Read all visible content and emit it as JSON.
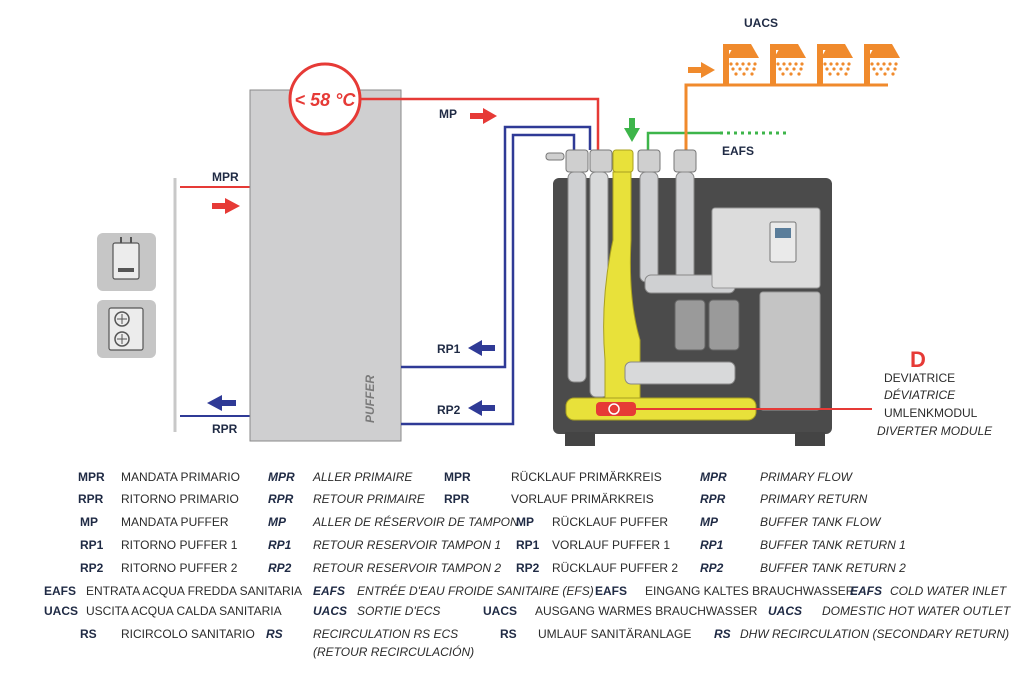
{
  "colors": {
    "red": "#e63a36",
    "blue": "#2f3a96",
    "orange": "#f08a2c",
    "green": "#3db54a",
    "yellow": "#e8e13a",
    "housing": "#4a4a4a"
  },
  "tank": {
    "label": "PUFFER",
    "temp_badge": "< 58 °C"
  },
  "pipe_labels": {
    "mpr": "MPR",
    "rpr": "RPR",
    "mp": "MP",
    "rp1": "RP1",
    "rp2": "RP2",
    "uacs": "UACS",
    "eafs": "EAFS"
  },
  "diverter": {
    "letter": "D",
    "lines": [
      "DEVIATRICE",
      "DÉVIATRICE",
      "UMLENKMODUL",
      "DIVERTER MODULE"
    ]
  },
  "legend": {
    "block1": [
      {
        "it_abbr": "MPR",
        "it": "MANDATA PRIMARIO",
        "fr_abbr": "MPR",
        "fr": "ALLER PRIMAIRE",
        "de_abbr": "MPR",
        "de": "RÜCKLAUF PRIMÄRKREIS",
        "en_abbr": "MPR",
        "en": "PRIMARY FLOW"
      },
      {
        "it_abbr": "RPR",
        "it": "RITORNO PRIMARIO",
        "fr_abbr": "RPR",
        "fr": "RETOUR PRIMAIRE",
        "de_abbr": "RPR",
        "de": "VORLAUF PRIMÄRKREIS",
        "en_abbr": "RPR",
        "en": "PRIMARY RETURN"
      },
      {
        "it_abbr": "MP",
        "it": "MANDATA PUFFER",
        "fr_abbr": "MP",
        "fr": "ALLER DE RÉSERVOIR DE TAMPON",
        "de_abbr": "MP",
        "de": "RÜCKLAUF PUFFER",
        "en_abbr": "MP",
        "en": "BUFFER TANK FLOW"
      },
      {
        "it_abbr": "RP1",
        "it": "RITORNO PUFFER 1",
        "fr_abbr": "RP1",
        "fr": "RETOUR RESERVOIR TAMPON 1",
        "de_abbr": "RP1",
        "de": "VORLAUF PUFFER 1",
        "en_abbr": "RP1",
        "en": "BUFFER TANK RETURN 1"
      },
      {
        "it_abbr": "RP2",
        "it": "RITORNO PUFFER 2",
        "fr_abbr": "RP2",
        "fr": "RETOUR RESERVOIR TAMPON 2",
        "de_abbr": "RP2",
        "de": "RÜCKLAUF PUFFER 2",
        "en_abbr": "RP2",
        "en": "BUFFER TANK RETURN 2"
      }
    ],
    "block2": [
      {
        "it_abbr": "EAFS",
        "it": "ENTRATA ACQUA FREDDA SANITARIA",
        "fr_abbr": "EAFS",
        "fr": "ENTRÉE D'EAU FROIDE SANITAIRE (EFS)",
        "de_abbr": "EAFS",
        "de": "EINGANG KALTES BRAUCHWASSER",
        "en_abbr": "EAFS",
        "en": "COLD WATER INLET"
      },
      {
        "it_abbr": "UACS",
        "it": "USCITA ACQUA CALDA SANITARIA",
        "fr_abbr": "UACS",
        "fr": "SORTIE D'ECS",
        "de_abbr": "UACS",
        "de": "AUSGANG WARMES BRAUCHWASSER",
        "en_abbr": "UACS",
        "en": "DOMESTIC HOT WATER OUTLET"
      }
    ],
    "rs": {
      "it_abbr": "RS",
      "it": "RICIRCOLO SANITARIO",
      "fr_abbr": "RS",
      "fr": "RECIRCULATION RS ECS",
      "fr2": "(RETOUR RECIRCULACIÓN)",
      "de_abbr": "RS",
      "de": "UMLAUF SANITÄRANLAGE",
      "en_abbr": "RS",
      "en": "DHW RECIRCULATION (SECONDARY  RETURN)"
    }
  }
}
